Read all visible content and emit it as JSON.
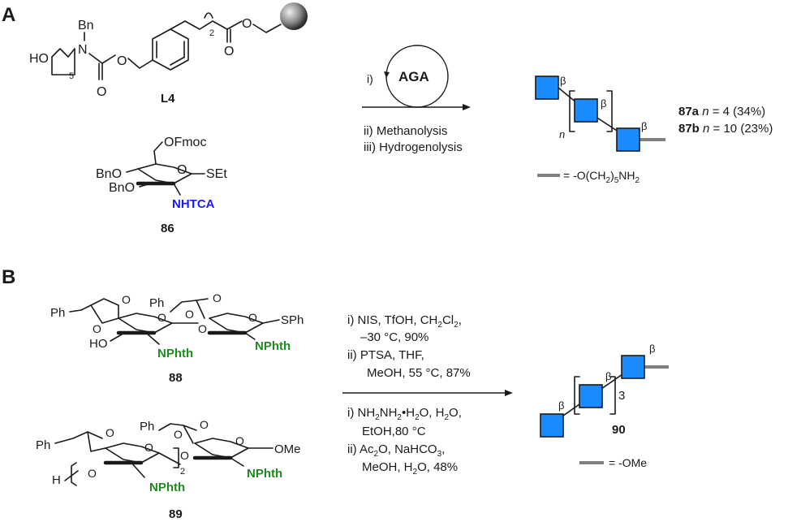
{
  "panelA": {
    "label": "A",
    "linker": {
      "ho_text": "HO",
      "repeat_sub": "5",
      "n_text": "N",
      "bn_text": "Bn",
      "o_carbamate1": "O",
      "o_carbamate2": "O",
      "chain_sub": "2",
      "o_ester1": "O",
      "o_ester2": "O",
      "compound_id": "L4"
    },
    "donor": {
      "ofmoc": "OFmoc",
      "bno_top": "BnO",
      "bno_bottom": "BnO",
      "ring_o": "O",
      "set": "SEt",
      "nhtca": "NHTCA",
      "compound_id": "86"
    },
    "reaction": {
      "cycle_label": "AGA",
      "step_i": "i)",
      "step_ii": "ii) Methanolysis",
      "step_iii": "iii) Hydrogenolysis"
    },
    "product": {
      "beta": "β",
      "n_label": "n",
      "result_a_id": "87a",
      "result_a_n": "n",
      "result_a_text": " = 4 (34%)",
      "result_b_id": "87b",
      "result_b_n": "n",
      "result_b_text": " = 10 (23%)",
      "linker_legend_pre": "= -O(CH",
      "linker_legend_sub1": "2",
      "linker_legend_mid": ")",
      "linker_legend_sub2": "5",
      "linker_legend_post": "NH",
      "linker_legend_sub3": "2"
    }
  },
  "panelB": {
    "label": "B",
    "donor": {
      "ph1": "Ph",
      "ph2": "Ph",
      "o_labels": "O",
      "ho": "HO",
      "sph": "SPh",
      "nphth1": "NPhth",
      "nphth2": "NPhth",
      "compound_id": "88"
    },
    "acceptor": {
      "ph1": "Ph",
      "ph2": "Ph",
      "h": "H",
      "o_labels": "O",
      "repeat_sub": "2",
      "ome": "OMe",
      "nphth1": "NPhth",
      "nphth2": "NPhth",
      "compound_id": "89"
    },
    "conditions_top": {
      "line1": "i) NIS, TfOH, CH",
      "line1_sub1": "2",
      "line1_mid": "Cl",
      "line1_sub2": "2",
      "line1_end": ",",
      "line2": "–30 °C, 90%",
      "line3": "ii) PTSA, THF,",
      "line4": "MeOH, 55 °C, 87%"
    },
    "conditions_bottom": {
      "line1_pre": "i) NH",
      "line1_sub1": "2",
      "line1_mid": "NH",
      "line1_sub2": "2",
      "line1_post": "•H",
      "line1_sub3": "2",
      "line1_end": "O, H",
      "line1_sub4": "2",
      "line1_tail": "O,",
      "line2": "EtOH,80 °C",
      "line3_pre": "ii) Ac",
      "line3_sub1": "2",
      "line3_mid": "O, NaHCO",
      "line3_sub2": "3",
      "line3_end": ",",
      "line4_pre": "MeOH, H",
      "line4_sub": "2",
      "line4_post": "O, 48%"
    },
    "product": {
      "beta": "β",
      "repeat": "3",
      "compound_id": "90",
      "legend": "= -OMe"
    }
  },
  "colors": {
    "square_fill": "#1a8cff",
    "green_text": "#1f8a1f",
    "blue_text": "#1a1aff",
    "linker_gray": "#808080"
  }
}
